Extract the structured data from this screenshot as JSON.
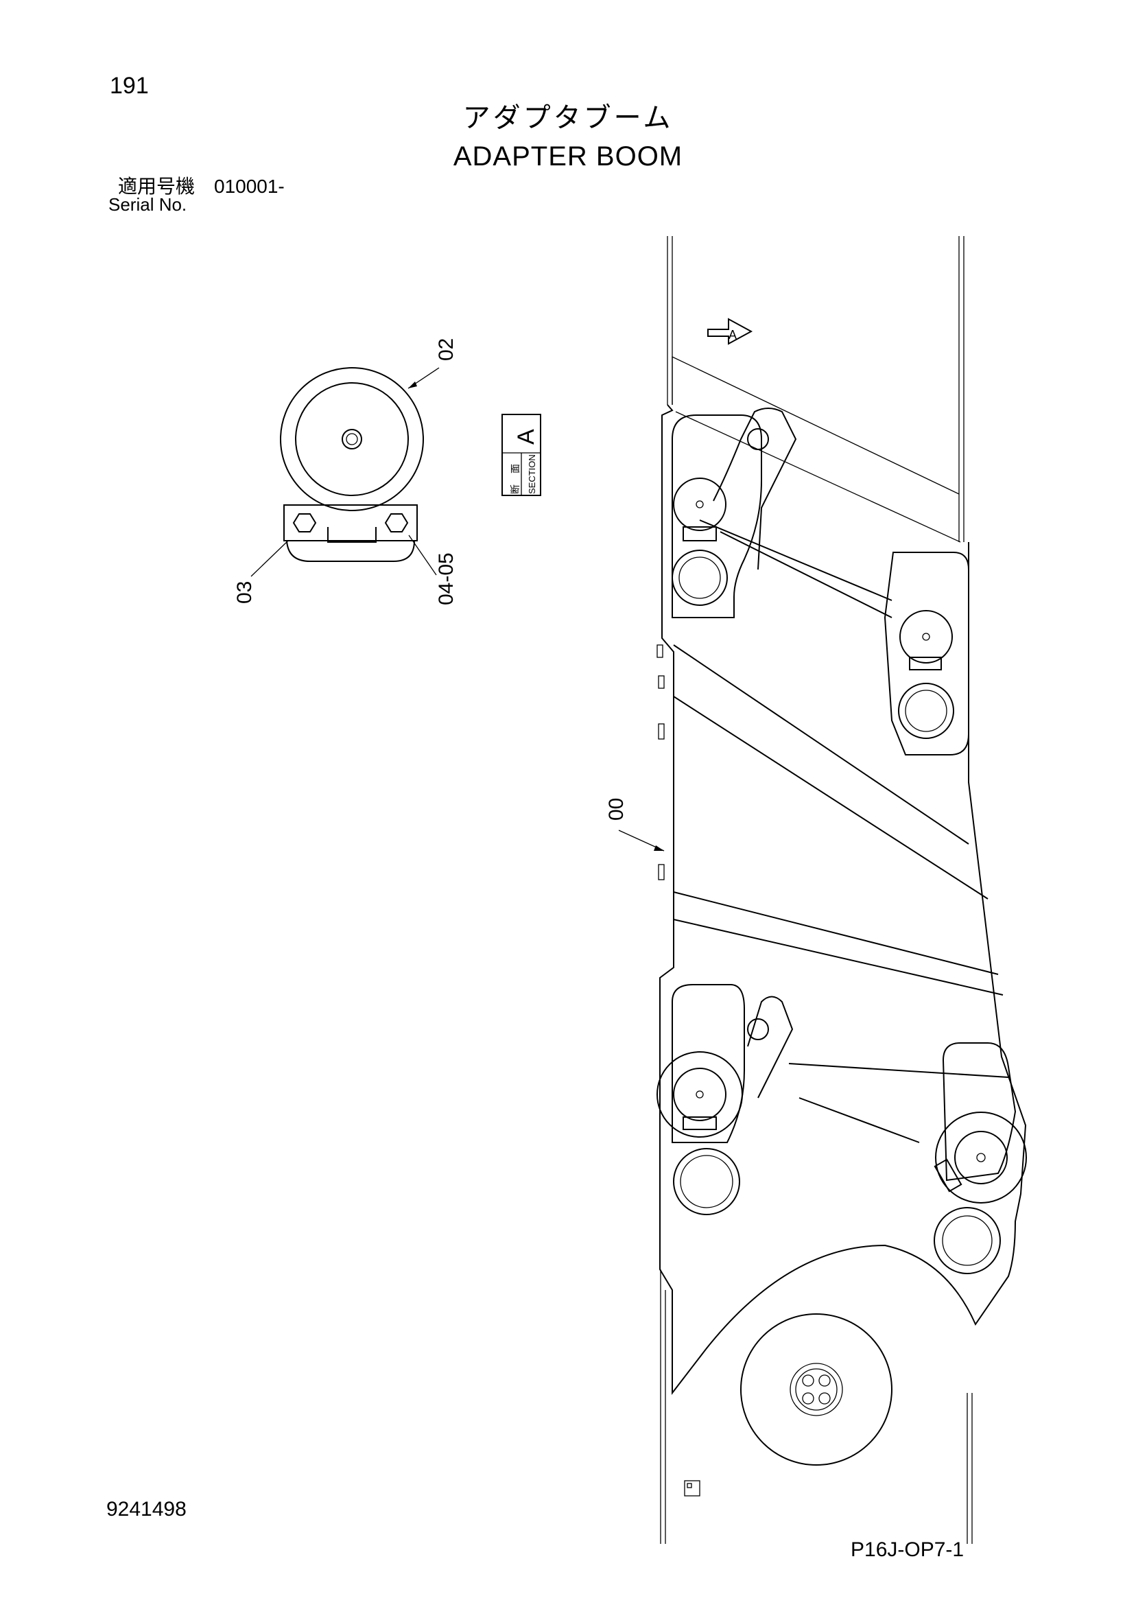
{
  "page": {
    "page_number": "191",
    "title_jp": "アダプタブーム",
    "title_en": "ADAPTER BOOM",
    "serial_label_jp": "適用号機　010001-",
    "serial_label_en": "Serial No.",
    "doc_number": "9241498",
    "sheet_code": "P16J-OP7-1"
  },
  "section_box": {
    "letter": "A",
    "kanji_1": "断",
    "kanji_2": "面",
    "word": "SECTION"
  },
  "view_marker": "A",
  "callouts": {
    "c00": "00",
    "c02": "02",
    "c03": "03",
    "c04_05": "04-05"
  }
}
